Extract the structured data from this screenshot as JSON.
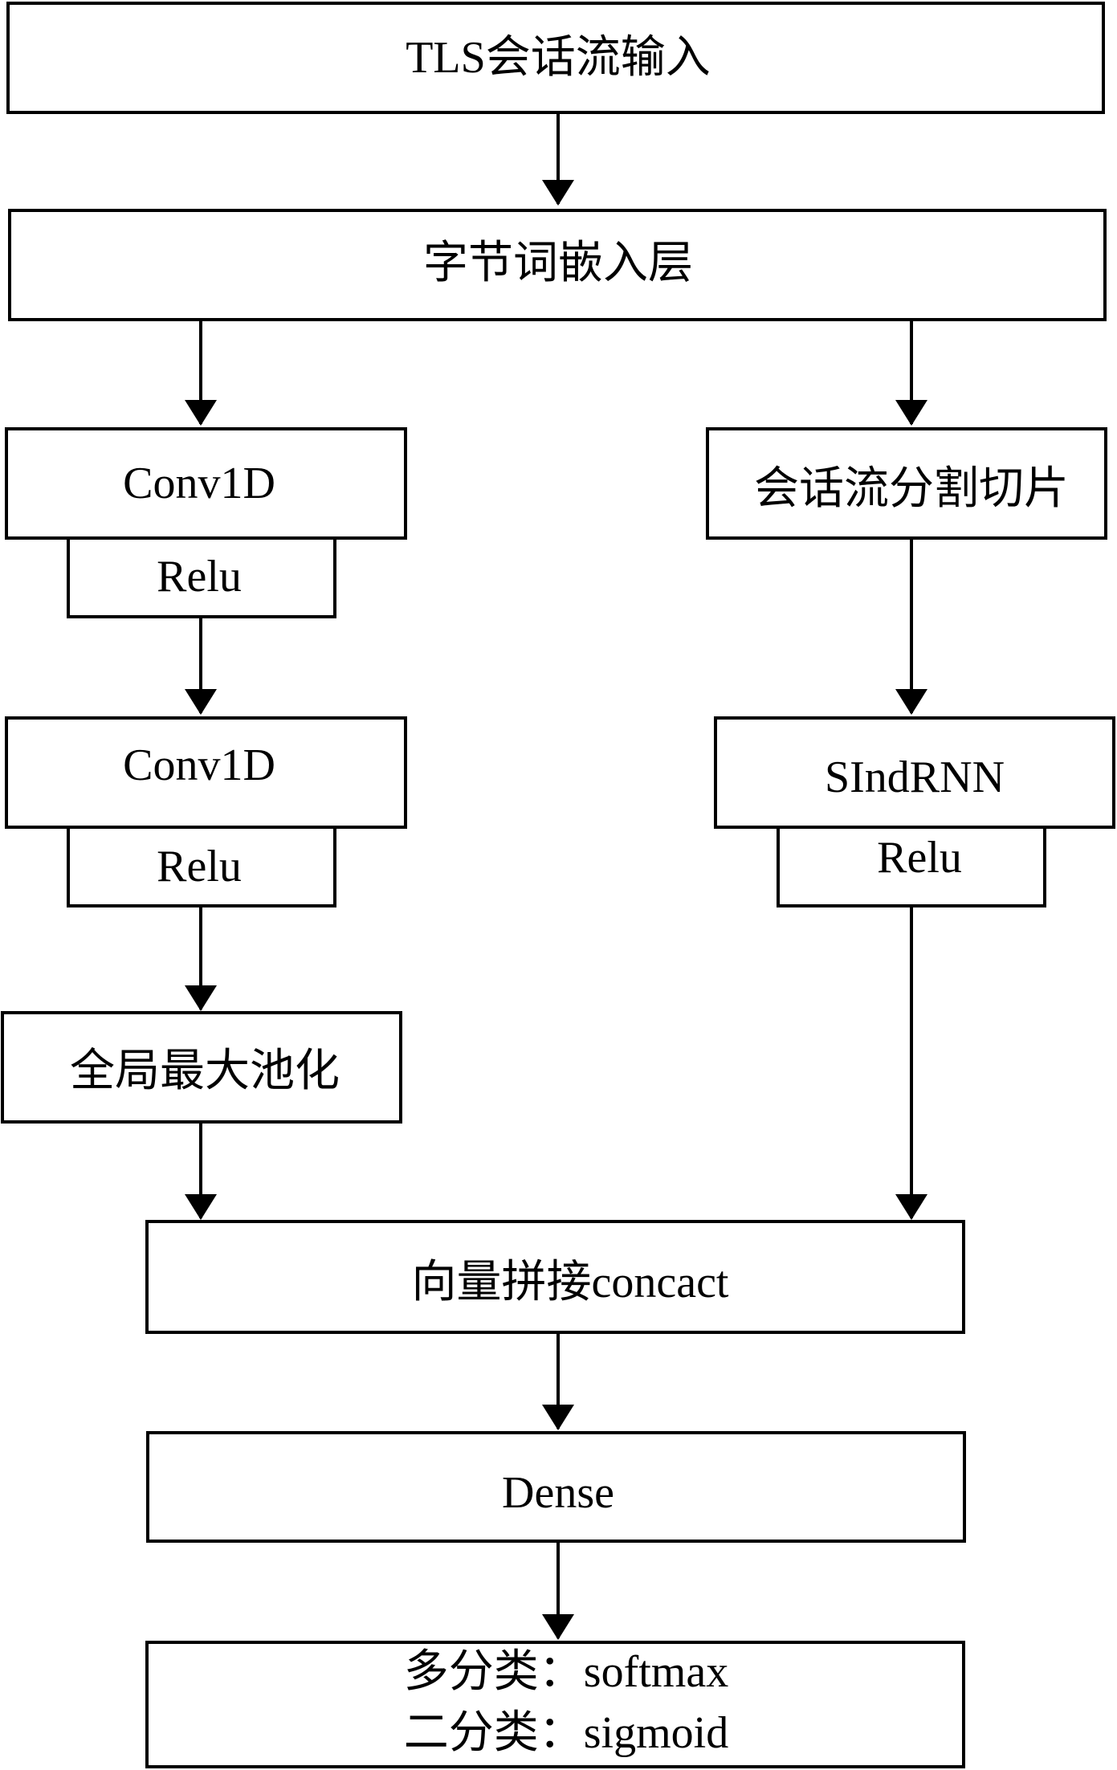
{
  "diagram": {
    "nodes": {
      "input": "TLS会话流输入",
      "embedding": "字节词嵌入层",
      "conv1": "Conv1D",
      "relu1": "Relu",
      "conv2": "Conv1D",
      "relu2": "Relu",
      "global_pool": "全局最大池化",
      "split": "会话流分割切片",
      "sindrnn": "SIndRNN",
      "relu3": "Relu",
      "concat": "向量拼接concact",
      "dense": "Dense",
      "output_line1": "多分类：softmax",
      "output_line2": "二分类：sigmoid"
    },
    "edges": [
      [
        "input",
        "embedding"
      ],
      [
        "embedding",
        "conv1"
      ],
      [
        "embedding",
        "split"
      ],
      [
        "relu1",
        "conv2"
      ],
      [
        "relu2",
        "global_pool"
      ],
      [
        "split",
        "sindrnn"
      ],
      [
        "global_pool",
        "concat"
      ],
      [
        "relu3",
        "concat"
      ],
      [
        "concat",
        "dense"
      ],
      [
        "dense",
        "output"
      ]
    ]
  }
}
